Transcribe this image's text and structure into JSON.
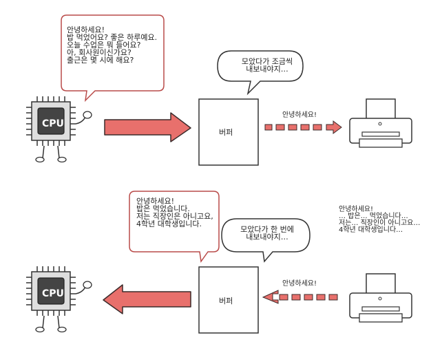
{
  "top": {
    "cpu_bubble": [
      "안녕하세요!",
      "밥 먹었어요? 좋은 하루예요.",
      "오늘 수업은 뭐 들어요?",
      "아, 회사원이신가요?",
      "출근은 몇 시에 해요?"
    ],
    "cpu_label": "CPU",
    "buffer_bubble": [
      "모았다가 조금씩",
      "내보내야지…"
    ],
    "buffer_label": "버퍼",
    "printer_arrow_label": "안녕하세요!"
  },
  "bottom": {
    "cpu_bubble": [
      "안녕하세요!",
      "밥은 먹었습니다.",
      "저는 직장인은 아니고요,",
      "4학년 대학생입니다."
    ],
    "cpu_label": "CPU",
    "buffer_bubble": [
      "모았다가 한 번에",
      "내보내야지…"
    ],
    "buffer_label": "버퍼",
    "printer_arrow_label": "안녕하세요!",
    "printer_text": [
      "안녕하세요!",
      "… 밥은… 먹었습니다…",
      "저는… 직장인이 아니고요…",
      "4학년 대학생입니다…"
    ]
  },
  "colors": {
    "bubble_border": "#b94a48",
    "arrow_fill": "#e8706c",
    "arrow_stroke": "#3a2a2a",
    "chip_dark": "#444444",
    "chip_light": "#dedede"
  },
  "icons": [
    "cpu-chip-icon",
    "printer-icon"
  ]
}
